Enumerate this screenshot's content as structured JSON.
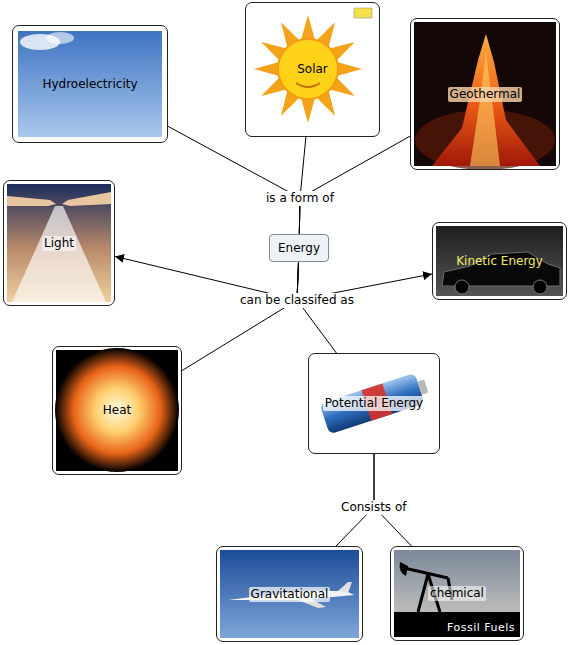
{
  "diagram": {
    "nodes": [
      {
        "text": [
          "Hydroelectricity"
        ]
      },
      {
        "text": [
          "Solar"
        ]
      },
      {
        "text": [
          "Geothermal"
        ]
      },
      {
        "text": [
          "Light"
        ]
      },
      {
        "text": [
          "Energy"
        ]
      },
      {
        "text": [
          "Kinetic Energy"
        ]
      },
      {
        "text": [
          "Heat"
        ]
      },
      {
        "text": [
          "Potential Energy"
        ]
      },
      {
        "text": [
          "Gravitational"
        ]
      },
      {
        "text": [
          "chemical",
          "Fossil Fuels"
        ]
      }
    ],
    "edges": [
      {
        "from": 0,
        "to": 4,
        "arrow": "none"
      },
      {
        "from": 1,
        "to": 4,
        "label": "is a form of",
        "arrow": "none"
      },
      {
        "from": 2,
        "to": 4,
        "arrow": "none"
      },
      {
        "from": 4,
        "to": 3,
        "label": "can be classifed as",
        "arrow": "to"
      },
      {
        "from": 4,
        "to": 5,
        "arrow": "to"
      },
      {
        "from": 4,
        "to": 6,
        "arrow": "none"
      },
      {
        "from": 4,
        "to": 7,
        "arrow": "none"
      },
      {
        "from": 7,
        "to": 8,
        "label": "Consists of",
        "arrow": "none"
      },
      {
        "from": 7,
        "to": 9,
        "arrow": "none"
      }
    ]
  }
}
